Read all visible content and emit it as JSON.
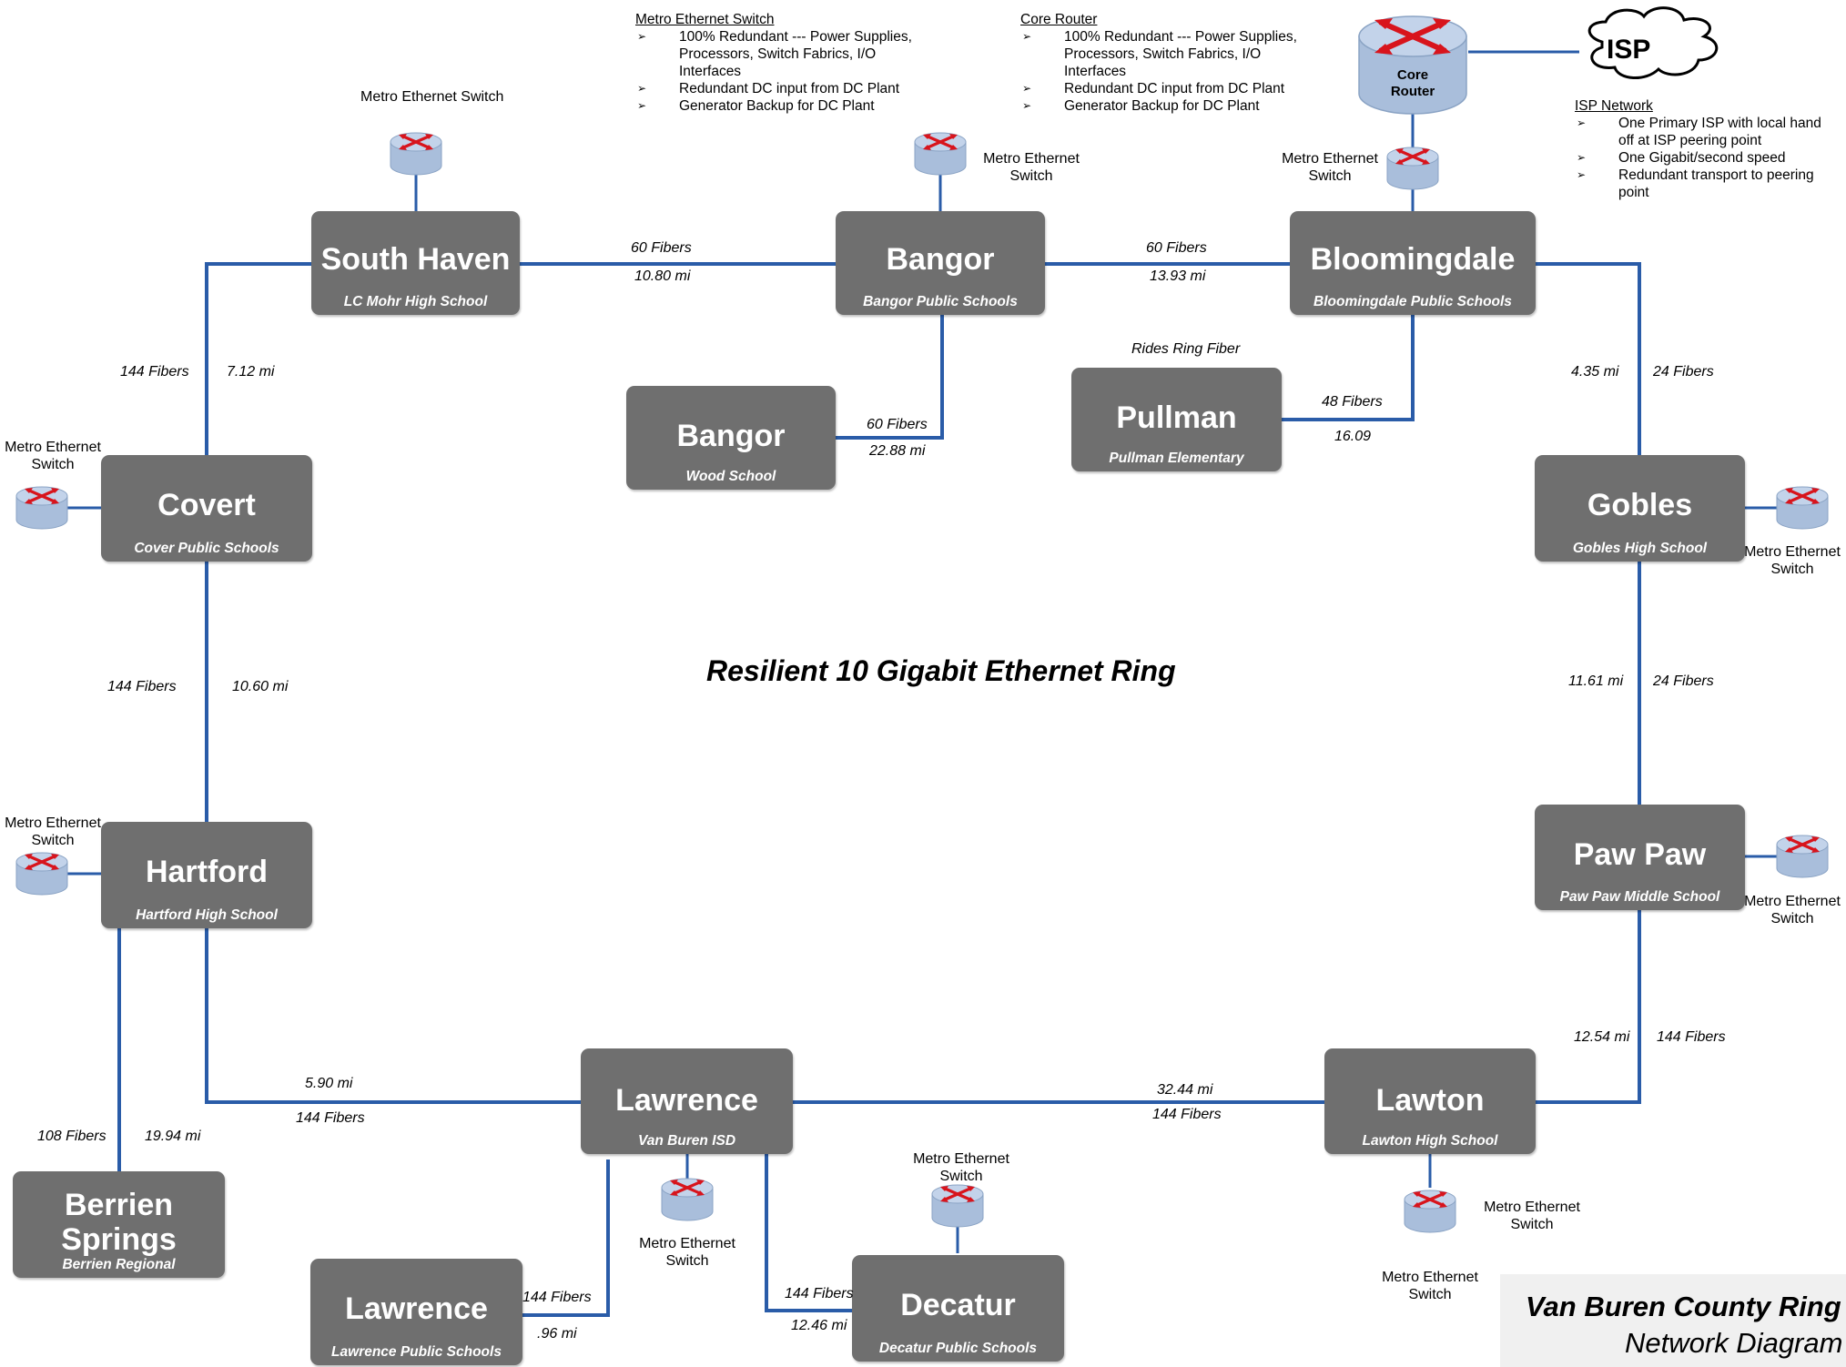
{
  "diagram": {
    "title_main": "Resilient 10 Gigabit Ethernet Ring",
    "title_box": {
      "line1": "Van Buren County Ring",
      "line2": "Network Diagram"
    },
    "colors": {
      "node": "#6f6f6f",
      "link": "#2a5ca8",
      "router": "#a9bedb",
      "router_arrows": "#d8141c"
    }
  },
  "notes": {
    "metro_switch": {
      "heading": "Metro Ethernet Switch",
      "items": [
        "100% Redundant --- Power Supplies, Processors, Switch Fabrics, I/O Interfaces",
        "Redundant DC input from DC Plant",
        "Generator Backup for DC Plant"
      ]
    },
    "core_router": {
      "heading": "Core Router",
      "items": [
        "100% Redundant --- Power Supplies, Processors, Switch Fabrics, I/O Interfaces",
        "Redundant DC input from DC Plant",
        "Generator Backup for DC Plant"
      ]
    },
    "isp_network": {
      "heading": "ISP Network",
      "items": [
        "One Primary ISP with local hand off at ISP peering point",
        "One Gigabit/second speed",
        "Redundant transport to peering point"
      ]
    }
  },
  "isp": {
    "label": "ISP"
  },
  "core_router": {
    "label": "Core Router"
  },
  "switch_label": "Metro Ethernet Switch",
  "nodes": [
    {
      "id": "south-haven",
      "name": "South Haven",
      "sub": "LC Mohr High School"
    },
    {
      "id": "bangor",
      "name": "Bangor",
      "sub": "Bangor Public Schools"
    },
    {
      "id": "bloomingdale",
      "name": "Bloomingdale",
      "sub": "Bloomingdale Public Schools"
    },
    {
      "id": "bangor-wood",
      "name": "Bangor",
      "sub": "Wood School"
    },
    {
      "id": "pullman",
      "name": "Pullman",
      "sub": "Pullman Elementary"
    },
    {
      "id": "covert",
      "name": "Covert",
      "sub": "Cover Public Schools"
    },
    {
      "id": "gobles",
      "name": "Gobles",
      "sub": "Gobles High School"
    },
    {
      "id": "hartford",
      "name": "Hartford",
      "sub": "Hartford High School"
    },
    {
      "id": "paw-paw",
      "name": "Paw Paw",
      "sub": "Paw Paw Middle School"
    },
    {
      "id": "lawrence-isd",
      "name": "Lawrence",
      "sub": "Van Buren ISD"
    },
    {
      "id": "lawton",
      "name": "Lawton",
      "sub": "Lawton High School"
    },
    {
      "id": "berrien",
      "name": "Berrien Springs",
      "sub": "Berrien Regional"
    },
    {
      "id": "lawrence-ps",
      "name": "Lawrence",
      "sub": "Lawrence Public Schools"
    },
    {
      "id": "decatur",
      "name": "Decatur",
      "sub": "Decatur Public Schools"
    }
  ],
  "links": {
    "sh_bangor": {
      "fibers": "60 Fibers",
      "dist": "10.80 mi"
    },
    "bangor_bloom": {
      "fibers": "60 Fibers",
      "dist": "13.93 mi"
    },
    "bangor_wood": {
      "fibers": "60 Fibers",
      "dist": "22.88 mi"
    },
    "bloom_pullman": {
      "fibers": "48 Fibers",
      "dist": "16.09",
      "note": "Rides Ring Fiber"
    },
    "sh_covert": {
      "fibers": "144 Fibers",
      "dist": "7.12 mi"
    },
    "bloom_gobles": {
      "fibers": "24 Fibers",
      "dist": "4.35 mi"
    },
    "covert_hartford": {
      "fibers": "144 Fibers",
      "dist": "10.60 mi"
    },
    "gobles_pawpaw": {
      "fibers": "24 Fibers",
      "dist": "11.61 mi"
    },
    "pawpaw_lawton": {
      "fibers": "144 Fibers",
      "dist": "12.54 mi"
    },
    "hartford_lawrence": {
      "fibers": "144 Fibers",
      "dist": "5.90 mi"
    },
    "lawrence_lawton": {
      "fibers": "144 Fibers",
      "dist": "32.44 mi"
    },
    "hartford_berrien": {
      "fibers": "108 Fibers",
      "dist": "19.94 mi"
    },
    "lawrence_lps": {
      "fibers": "144 Fibers",
      "dist": ".96 mi"
    },
    "lawrence_decatur": {
      "fibers": "144 Fibers",
      "dist": "12.46 mi"
    }
  }
}
